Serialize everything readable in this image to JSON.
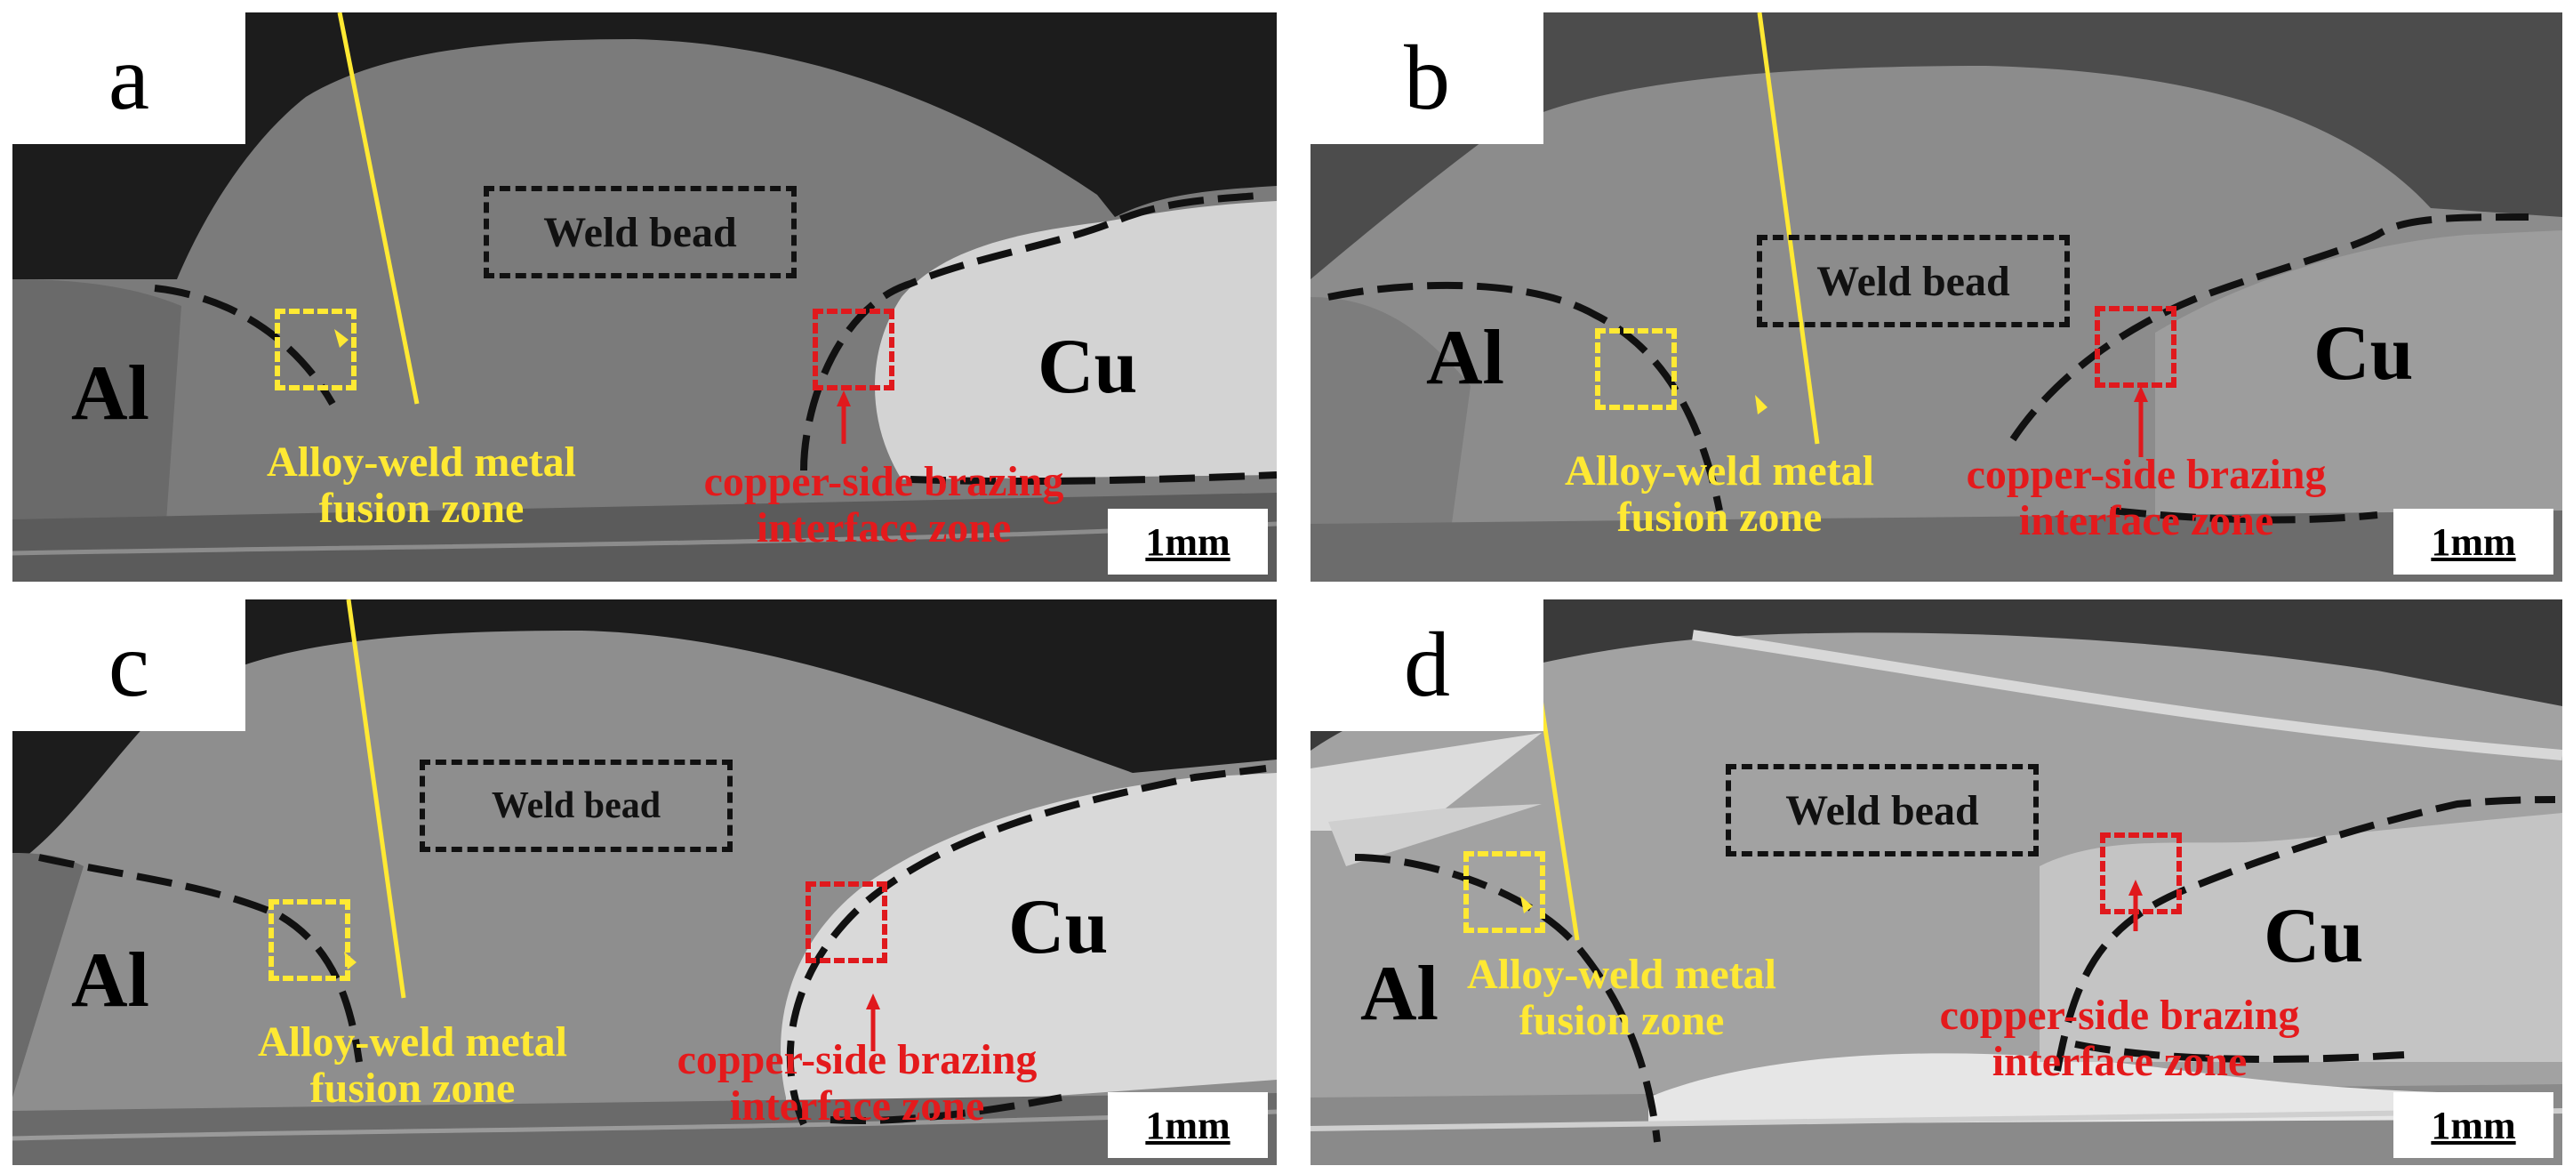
{
  "panels": {
    "a": {
      "label": "a",
      "weld_bead": "Weld bead",
      "al": "Al",
      "cu": "Cu",
      "fusion_zone": [
        "Alloy-weld metal",
        "fusion zone"
      ],
      "brazing_zone": [
        "copper-side brazing",
        "interface zone"
      ],
      "scale": "1mm"
    },
    "b": {
      "label": "b",
      "weld_bead": "Weld bead",
      "al": "Al",
      "cu": "Cu",
      "fusion_zone": [
        "Alloy-weld metal",
        "fusion zone"
      ],
      "brazing_zone": [
        "copper-side brazing",
        "interface zone"
      ],
      "scale": "1mm"
    },
    "c": {
      "label": "c",
      "weld_bead": "Weld bead",
      "al": "Al",
      "cu": "Cu",
      "fusion_zone": [
        "Alloy-weld metal",
        "fusion zone"
      ],
      "brazing_zone": [
        "copper-side brazing",
        "interface zone"
      ],
      "scale": "1mm"
    },
    "d": {
      "label": "d",
      "weld_bead": "Weld bead",
      "al": "Al",
      "cu": "Cu",
      "fusion_zone": [
        "Alloy-weld metal",
        "fusion zone"
      ],
      "brazing_zone": [
        "copper-side brazing",
        "interface zone"
      ],
      "scale": "1mm"
    }
  },
  "colors": {
    "fusion_zone": "#ffe933",
    "brazing_zone": "#e41a1c",
    "dashed_boundary": "#111111"
  }
}
